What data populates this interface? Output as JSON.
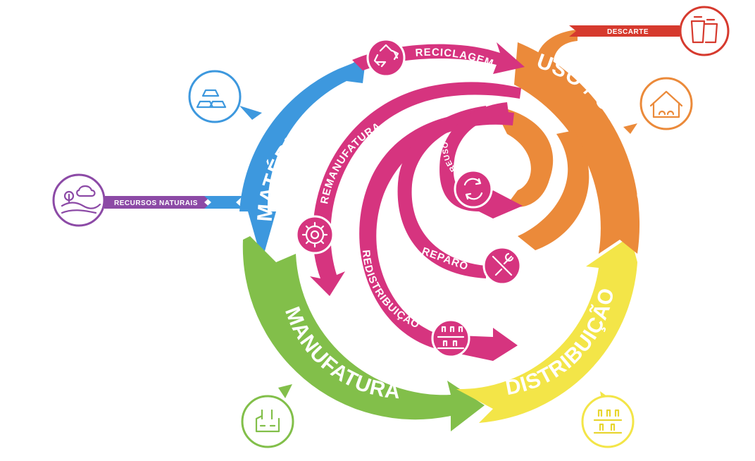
{
  "stages": {
    "materia_prima": "MATÉRIA PRIMA",
    "manufatura": "MANUFATURA",
    "distribuicao": "DISTRIBUIÇÃO",
    "uso_consumo": "USO / CONSUMO"
  },
  "loops": {
    "reciclagem": "RECICLAGEM",
    "remanufatura": "REMANUFATURA",
    "redistribuicao": "REDISTRIBUIÇÃO",
    "reparo": "REPARO",
    "reuso": "REUSO"
  },
  "inputs": {
    "recursos_naturais": "RECURSOS NATURAIS",
    "descarte": "DESCARTE"
  },
  "colors": {
    "materia_prima": "#3d98de",
    "manufatura": "#82bf4a",
    "distribuicao": "#f3e548",
    "uso_consumo": "#eb8a3a",
    "loops": "#d6347f",
    "recursos_naturais": "#8c4aa6",
    "descarte": "#d63a2e"
  },
  "icons": {
    "materia_prima": "gold-bars-icon",
    "recursos_naturais": "landscape-icon",
    "descarte": "trash-bins-icon",
    "uso_consumo": "household-icon",
    "manufatura": "factory-icon",
    "distribuicao": "shelf-products-icon",
    "reciclagem": "recycle-icon",
    "remanufatura": "gear-icon",
    "redistribuicao": "shelf-products-icon",
    "reparo": "tools-icon",
    "reuso": "refresh-icon"
  }
}
